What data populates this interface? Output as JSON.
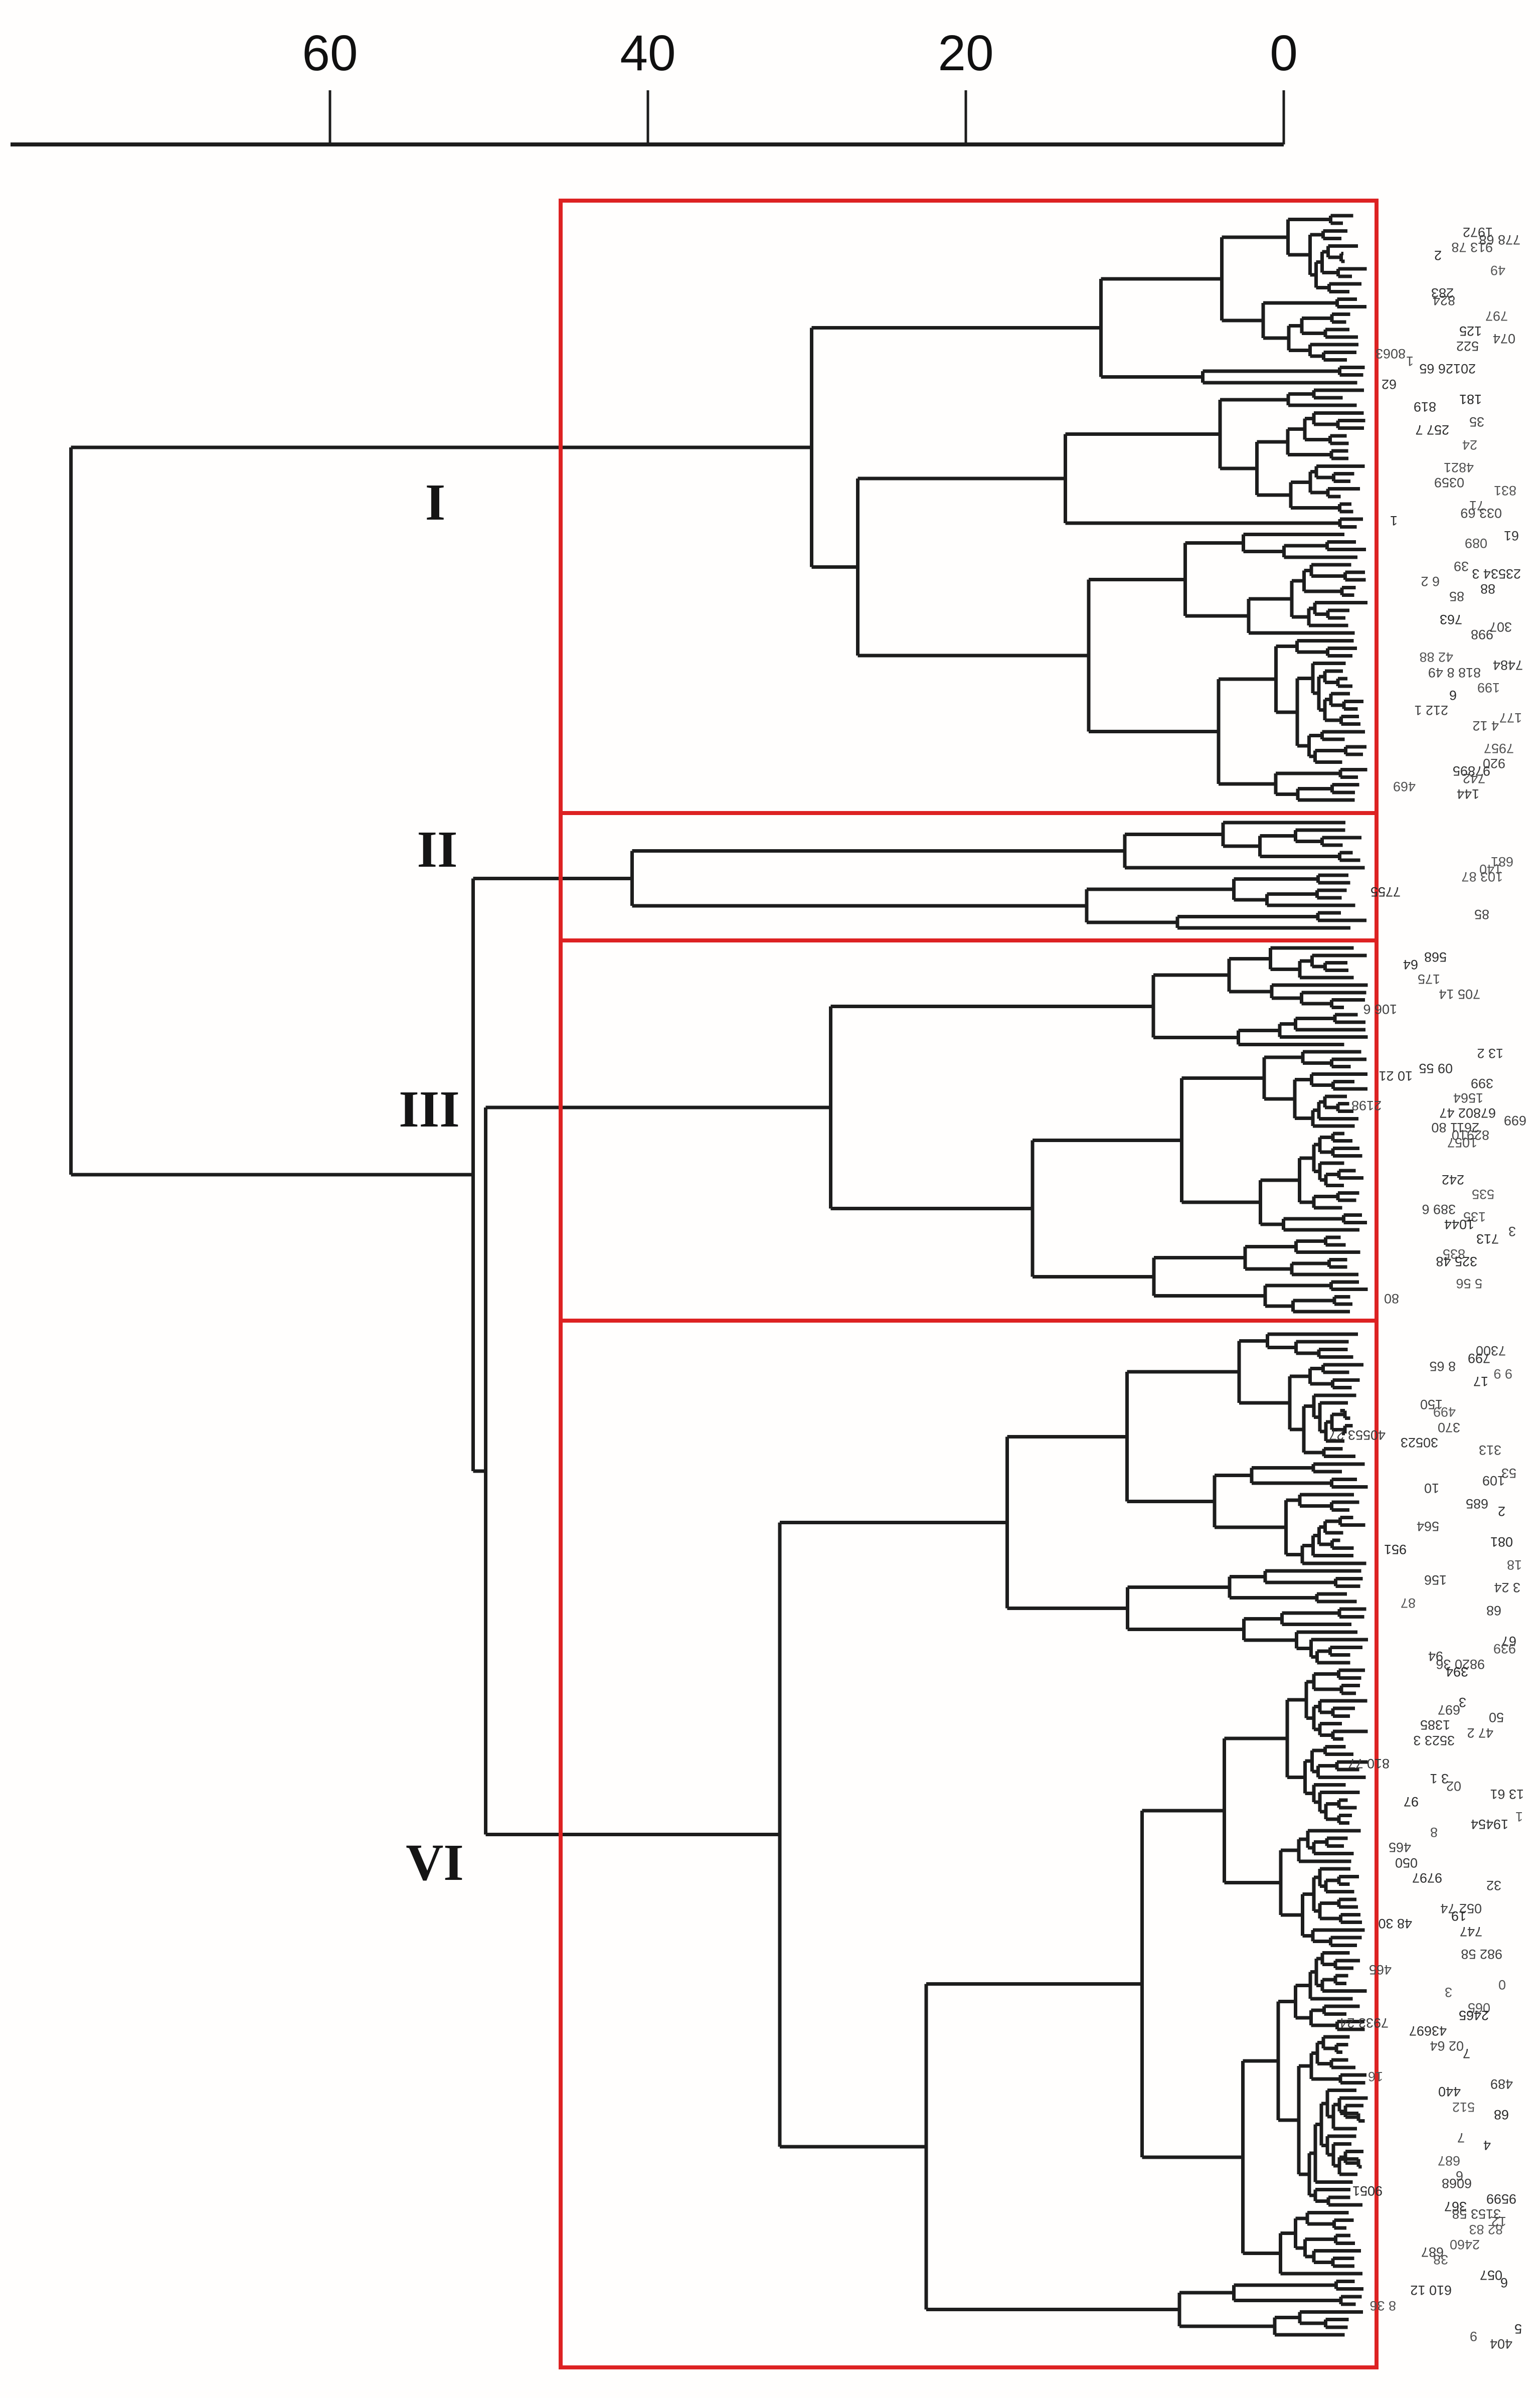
{
  "window": {
    "background": "#fffefd"
  },
  "colors": {
    "tree_line": "#1d1d1d",
    "cluster_box_red": "#dd2222",
    "axis_text": "#101010",
    "leaf_label_text": "#3c3c3c"
  },
  "axis": {
    "tick_labels": [
      "60",
      "40",
      "20",
      "0"
    ],
    "tick_values": [
      60,
      40,
      20,
      0
    ]
  },
  "cluster_box_labels": [
    "I",
    "II",
    "III",
    "VI"
  ],
  "chart_data": {
    "type": "dendrogram",
    "orientation": "root_left_leaves_right",
    "title": "",
    "xlabel": "",
    "ylabel": "",
    "axis": {
      "ticks": [
        60,
        40,
        20,
        0
      ],
      "range_shown": [
        0,
        76
      ],
      "grid": false
    },
    "total_leaves": 275,
    "root_merge_height": 76.3,
    "top_merges": [
      {
        "node": "root",
        "children": [
          "cluster_I",
          "node_B"
        ],
        "height": 76.3
      },
      {
        "node": "node_B",
        "children": [
          "cluster_II",
          "node_C"
        ],
        "height": 51.0
      },
      {
        "node": "node_C",
        "children": [
          "cluster_III",
          "cluster_VI"
        ],
        "height": 50.2
      }
    ],
    "clusters": [
      {
        "label": "I",
        "leaf_count": 78,
        "root_height": 29.7,
        "child_heights": [
          11.5,
          26.8
        ],
        "first_split_fraction": 0.3
      },
      {
        "label": "II",
        "leaf_count": 15,
        "root_height": 41.0,
        "child_heights": [
          10.0,
          12.4
        ],
        "first_split_fraction": 0.45
      },
      {
        "label": "III",
        "leaf_count": 50,
        "root_height": 28.5,
        "child_heights": [
          8.2,
          15.8
        ],
        "first_split_fraction": 0.27
      },
      {
        "label": "VI",
        "leaf_count": 132,
        "root_height": 31.7,
        "child_heights": [
          17.4,
          22.5
        ],
        "first_split_fraction": 0.33
      }
    ],
    "cluster_boxes": {
      "count": 4,
      "labels": [
        "I",
        "II",
        "III",
        "VI"
      ],
      "style": "red rectangles enclosing each cluster subtree, sharing left and right edges"
    },
    "leaf_labels": {
      "legible": false,
      "style": "tiny mirrored digit strings along right edge",
      "samples": [
        "1972",
        "125",
        "62",
        "819",
        "257 7",
        "61",
        "23534 3",
        "88",
        "998",
        "818 8 49",
        "199",
        "212 1",
        "144",
        "140",
        "103 87",
        "175",
        "106 6",
        "13 2",
        "10 21",
        "399",
        "1057",
        "242",
        "389 6",
        "135",
        "713",
        "150",
        "313",
        "109"
      ]
    }
  }
}
